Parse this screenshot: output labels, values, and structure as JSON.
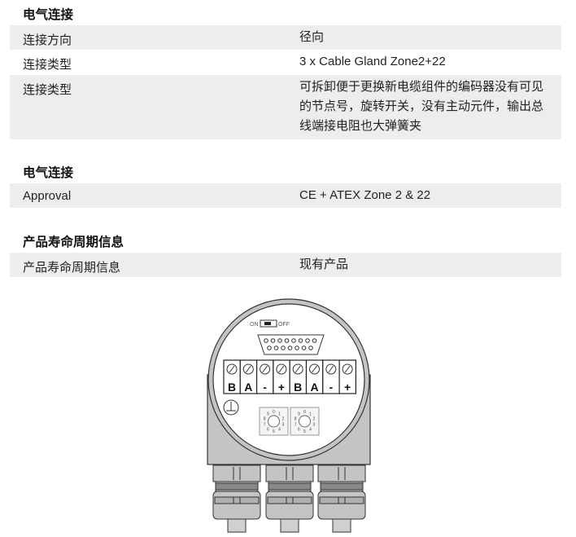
{
  "sections": [
    {
      "title": "电气连接",
      "rows": [
        {
          "label": "连接方向",
          "value": "径向"
        },
        {
          "label": "连接类型",
          "value": "3 x Cable Gland Zone2+22"
        },
        {
          "label": "连接类型",
          "value": "可拆卸便于更换新电缆组件的编码器没有可见的节点号，旋转开关，没有主动元件，输出总线端接电阻也大弹簧夹"
        }
      ]
    },
    {
      "title": "电气连接",
      "rows": [
        {
          "label": "Approval",
          "value": "CE + ATEX Zone 2 & 22"
        }
      ]
    },
    {
      "title": "产品寿命周期信息",
      "rows": [
        {
          "label": "产品寿命周期信息",
          "value": "现有产品"
        }
      ]
    }
  ],
  "diagram": {
    "switch_on": "ON",
    "switch_off": "OFF",
    "terminals": [
      "B",
      "A",
      "-",
      "+",
      "B",
      "A",
      "-",
      "+"
    ],
    "rotary_digits": [
      "0",
      "1",
      "2",
      "3",
      "4",
      "5",
      "6",
      "7",
      "8",
      "9"
    ]
  }
}
